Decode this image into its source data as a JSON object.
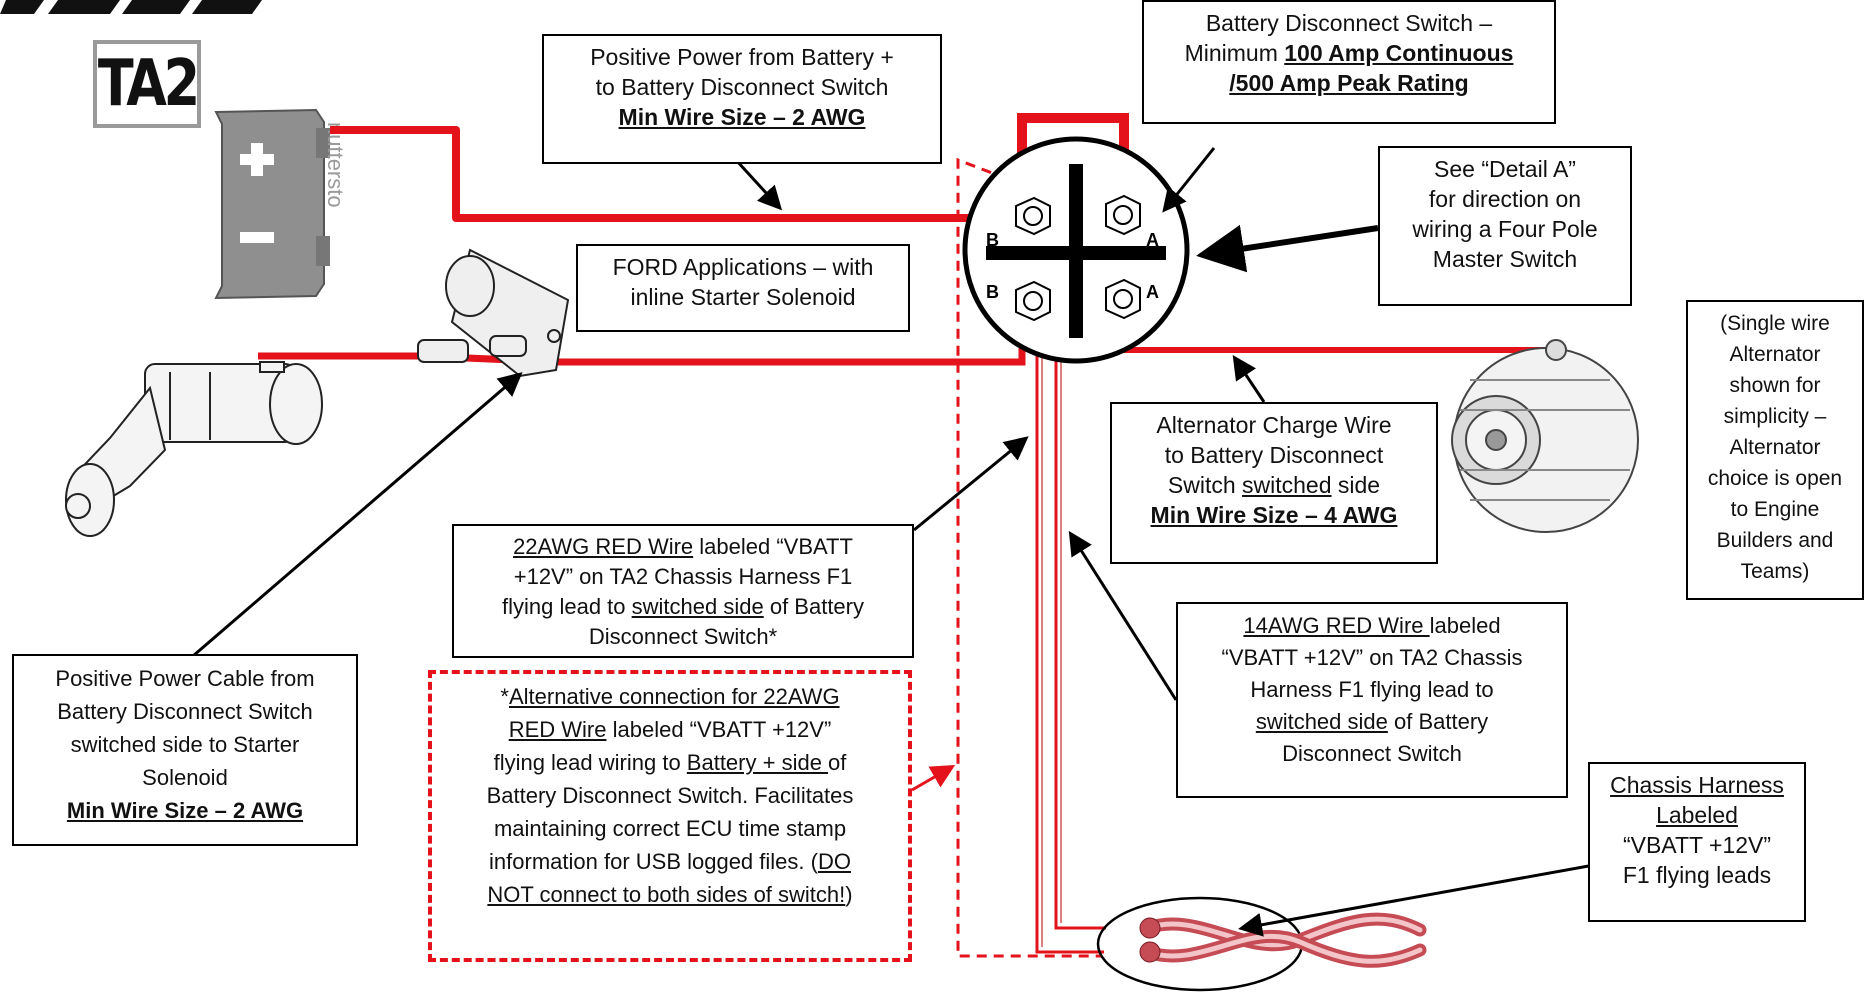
{
  "logo": {
    "text": "TA2"
  },
  "colors": {
    "wire_red": "#e3121b",
    "thin_red": "#e3121b",
    "box_border": "#000000",
    "dashed_border": "#e3121b",
    "alternator_grey": "#8a8a8a"
  },
  "switch": {
    "pole_labels": [
      "B",
      "A",
      "B",
      "A"
    ]
  },
  "components": {
    "battery": "battery-icon",
    "starter_solenoid": "starter-solenoid-icon",
    "starter_motor": "starter-motor-icon",
    "alternator": "alternator-icon",
    "harness": "twisted-wire-icon"
  },
  "callouts": {
    "positive_power": {
      "lines": [
        "Positive Power from Battery +",
        "to Battery Disconnect Switch",
        "Min Wire Size – 2 AWG"
      ]
    },
    "switch_rating": {
      "lines": [
        "Battery Disconnect Switch –",
        "Minimum ",
        "100 Amp Continuous",
        "/500 Amp Peak Rating"
      ]
    },
    "detail_a": {
      "lines": [
        "See “Detail A”",
        "for direction on",
        "wiring a Four Pole",
        "Master Switch"
      ]
    },
    "ford": {
      "lines": [
        "FORD Applications – with",
        "inline Starter Solenoid"
      ]
    },
    "alternator_note": {
      "lines": [
        "(Single wire",
        "Alternator",
        "shown for",
        "simplicity –",
        "Alternator",
        "choice is open",
        "to Engine",
        "Builders and",
        "Teams)"
      ]
    },
    "alt_charge": {
      "lines": [
        "Alternator Charge Wire",
        "to Battery Disconnect",
        "Switch ",
        "switched",
        " side",
        "Min Wire Size – 4 AWG"
      ]
    },
    "wire_22awg": {
      "lines": [
        "22AWG RED Wire",
        " labeled “VBATT",
        "+12V” on TA2 Chassis Harness F1",
        "flying lead to ",
        "switched side",
        " of Battery",
        "Disconnect Switch*"
      ]
    },
    "wire_14awg": {
      "lines": [
        "14AWG RED Wire ",
        "labeled",
        "“VBATT +12V” on TA2 Chassis",
        "Harness F1 flying lead to",
        "switched side",
        " of Battery",
        "Disconnect Switch"
      ]
    },
    "positive_cable": {
      "lines": [
        "Positive Power Cable from",
        "Battery Disconnect Switch",
        "switched side to Starter",
        "Solenoid",
        "Min Wire Size – 2 AWG"
      ]
    },
    "alternative": {
      "lines": [
        "*",
        "Alternative connection for 22AWG",
        "RED Wire",
        " labeled “VBATT +12V”",
        "flying lead wiring to ",
        "Battery + side ",
        "of",
        "Battery Disconnect Switch. Facilitates",
        "maintaining correct ECU time stamp",
        "information for USB logged files. (",
        "DO",
        "NOT connect to both sides of switch!",
        ")"
      ]
    },
    "chassis_harness": {
      "lines": [
        "Chassis Harness",
        "Labeled",
        "“VBATT +12V”",
        "F1 flying leads"
      ]
    }
  }
}
